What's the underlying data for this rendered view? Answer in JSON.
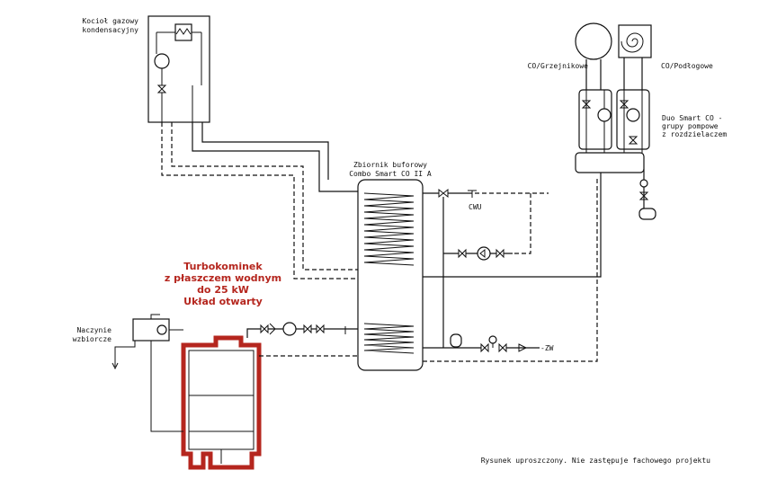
{
  "labels": {
    "boiler_gas": [
      "Kocioł gazowy",
      "kondensacyjny"
    ],
    "radiators": "CO/Grzejnikowe",
    "floor": "CO/Podłogowe",
    "pump_group": [
      "Duo Smart CO -",
      "grupy pompowe",
      "z rozdzielaczem"
    ],
    "buffer_tank": [
      "Zbiornik buforowy",
      "Combo Smart CO II A"
    ],
    "cwu": "CWU",
    "zw": "-ZW",
    "expansion": [
      "Naczynie",
      "wzbiorcze"
    ],
    "fireplace": [
      "Turbokominek",
      "z płaszczem wodnym",
      "do 25 kW",
      "Układ otwarty"
    ],
    "note": "Rysunek uproszczony. Nie zastępuje fachowego projektu"
  },
  "colors": {
    "accent": "#b5261e",
    "line": "#111111",
    "background": "#ffffff"
  }
}
